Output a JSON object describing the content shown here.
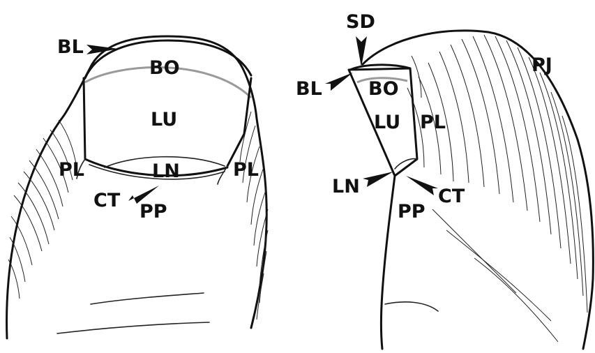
{
  "colors": {
    "ink": "#111111",
    "lunula_boundary": "#9a9a9a",
    "background": "#ffffff"
  },
  "left_view": {
    "labels": {
      "BL": "BL",
      "BO": "BO",
      "LU": "LU",
      "PL_left": "PL",
      "PL_right": "PL",
      "LN": "LN",
      "CT": "CT",
      "PP": "PP"
    }
  },
  "right_view": {
    "labels": {
      "SD": "SD",
      "BL": "BL",
      "BO": "BO",
      "LU": "LU",
      "PL": "PL",
      "PJ": "PJ",
      "LN": "LN",
      "CT": "CT",
      "PP": "PP"
    }
  }
}
